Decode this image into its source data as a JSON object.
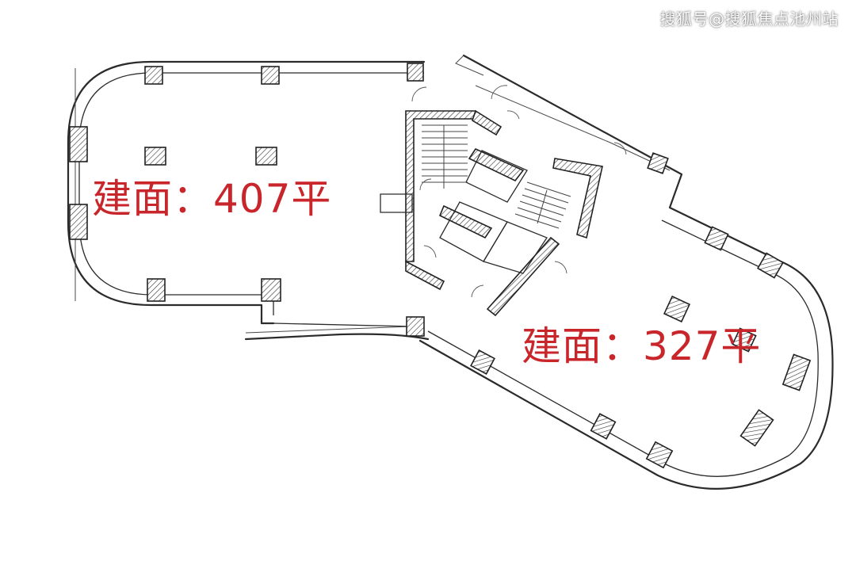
{
  "watermark": "搜狐号@搜狐焦点池州站",
  "floor_plan": {
    "zones": [
      {
        "label": "建面：407平",
        "area": 407,
        "unit": "平",
        "color": "#c8262b"
      },
      {
        "label": "建面：327平",
        "area": 327,
        "unit": "平",
        "color": "#c8262b"
      }
    ]
  }
}
